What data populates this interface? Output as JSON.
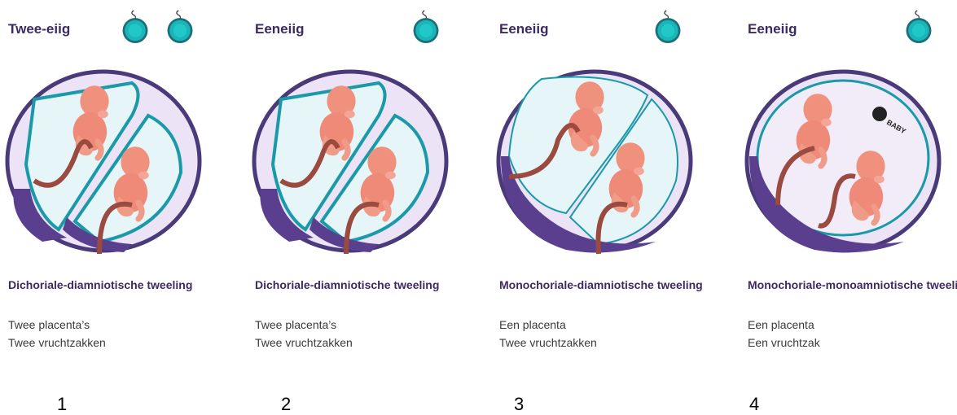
{
  "panels": [
    {
      "header": "Twee-eiig",
      "title": "Dichoriale-diamniotische tweeling",
      "line1": "Twee placenta’s",
      "line2": "Twee vruchtzakken",
      "number": "1",
      "eggs": 2
    },
    {
      "header": "Eeneiig",
      "title": "Dichoriale-diamniotische tweeling",
      "line1": "Twee placenta’s",
      "line2": "Twee vruchtzakken",
      "number": "2",
      "eggs": 1
    },
    {
      "header": "Eeneiig",
      "title": "Monochoriale-diamniotische tweeling",
      "line1": "Een placenta",
      "line2": "Twee vruchtzakken",
      "number": "3",
      "eggs": 1
    },
    {
      "header": "Eeneiig",
      "title": "Monochoriale-monoamniotische tweeling",
      "line1": "Een placenta",
      "line2": "Een vruchtzak",
      "number": "4",
      "eggs": 1
    }
  ],
  "watermark": "BABY",
  "colors": {
    "heading": "#3d2a63",
    "egg": "#17a8a8",
    "placenta": "#5b3f8f",
    "fetus": "#f0917e",
    "cord": "#9a4a3e",
    "sac": "#e6f5f7",
    "womb": "#ece4f6"
  },
  "icons": {
    "egg": "egg-cell-icon"
  }
}
